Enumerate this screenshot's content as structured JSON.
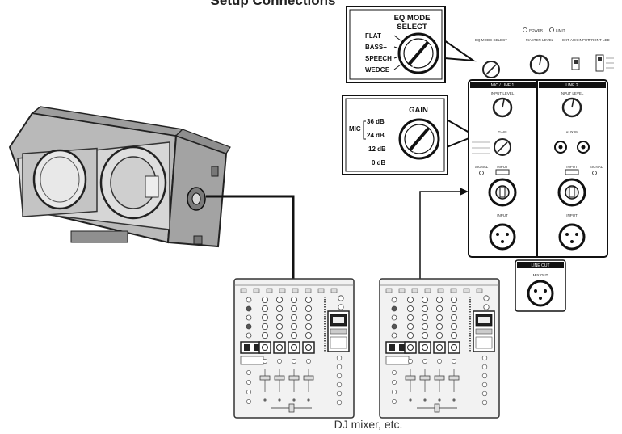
{
  "top_heading": "Setup Connections",
  "eq_callout": {
    "title_line1": "EQ MODE",
    "title_line2": "SELECT",
    "options": [
      "FLAT",
      "BASS+",
      "SPEECH",
      "WEDGE"
    ]
  },
  "gain_callout": {
    "title": "GAIN",
    "group_label": "MIC",
    "levels": [
      "36 dB",
      "24 dB",
      "12 dB",
      "0 dB"
    ]
  },
  "panel": {
    "power": "POWER",
    "limit": "LIMIT",
    "eq_mode": "EQ MODE SELECT",
    "master_level": "MASTER LEVEL",
    "ext_aux_input": "EXT AUX INPUT",
    "front_led": "FRONT LED",
    "ch1_header": "MIC / LINE 1",
    "ch2_header": "LINE 2",
    "input_level": "INPUT LEVEL",
    "gain": "GAIN",
    "aux_in": "AUX IN",
    "input": "INPUT",
    "signal": "SIGNAL",
    "line_out_header": "LINE OUT",
    "mix_out": "MIX OUT"
  },
  "caption": "DJ mixer, etc."
}
